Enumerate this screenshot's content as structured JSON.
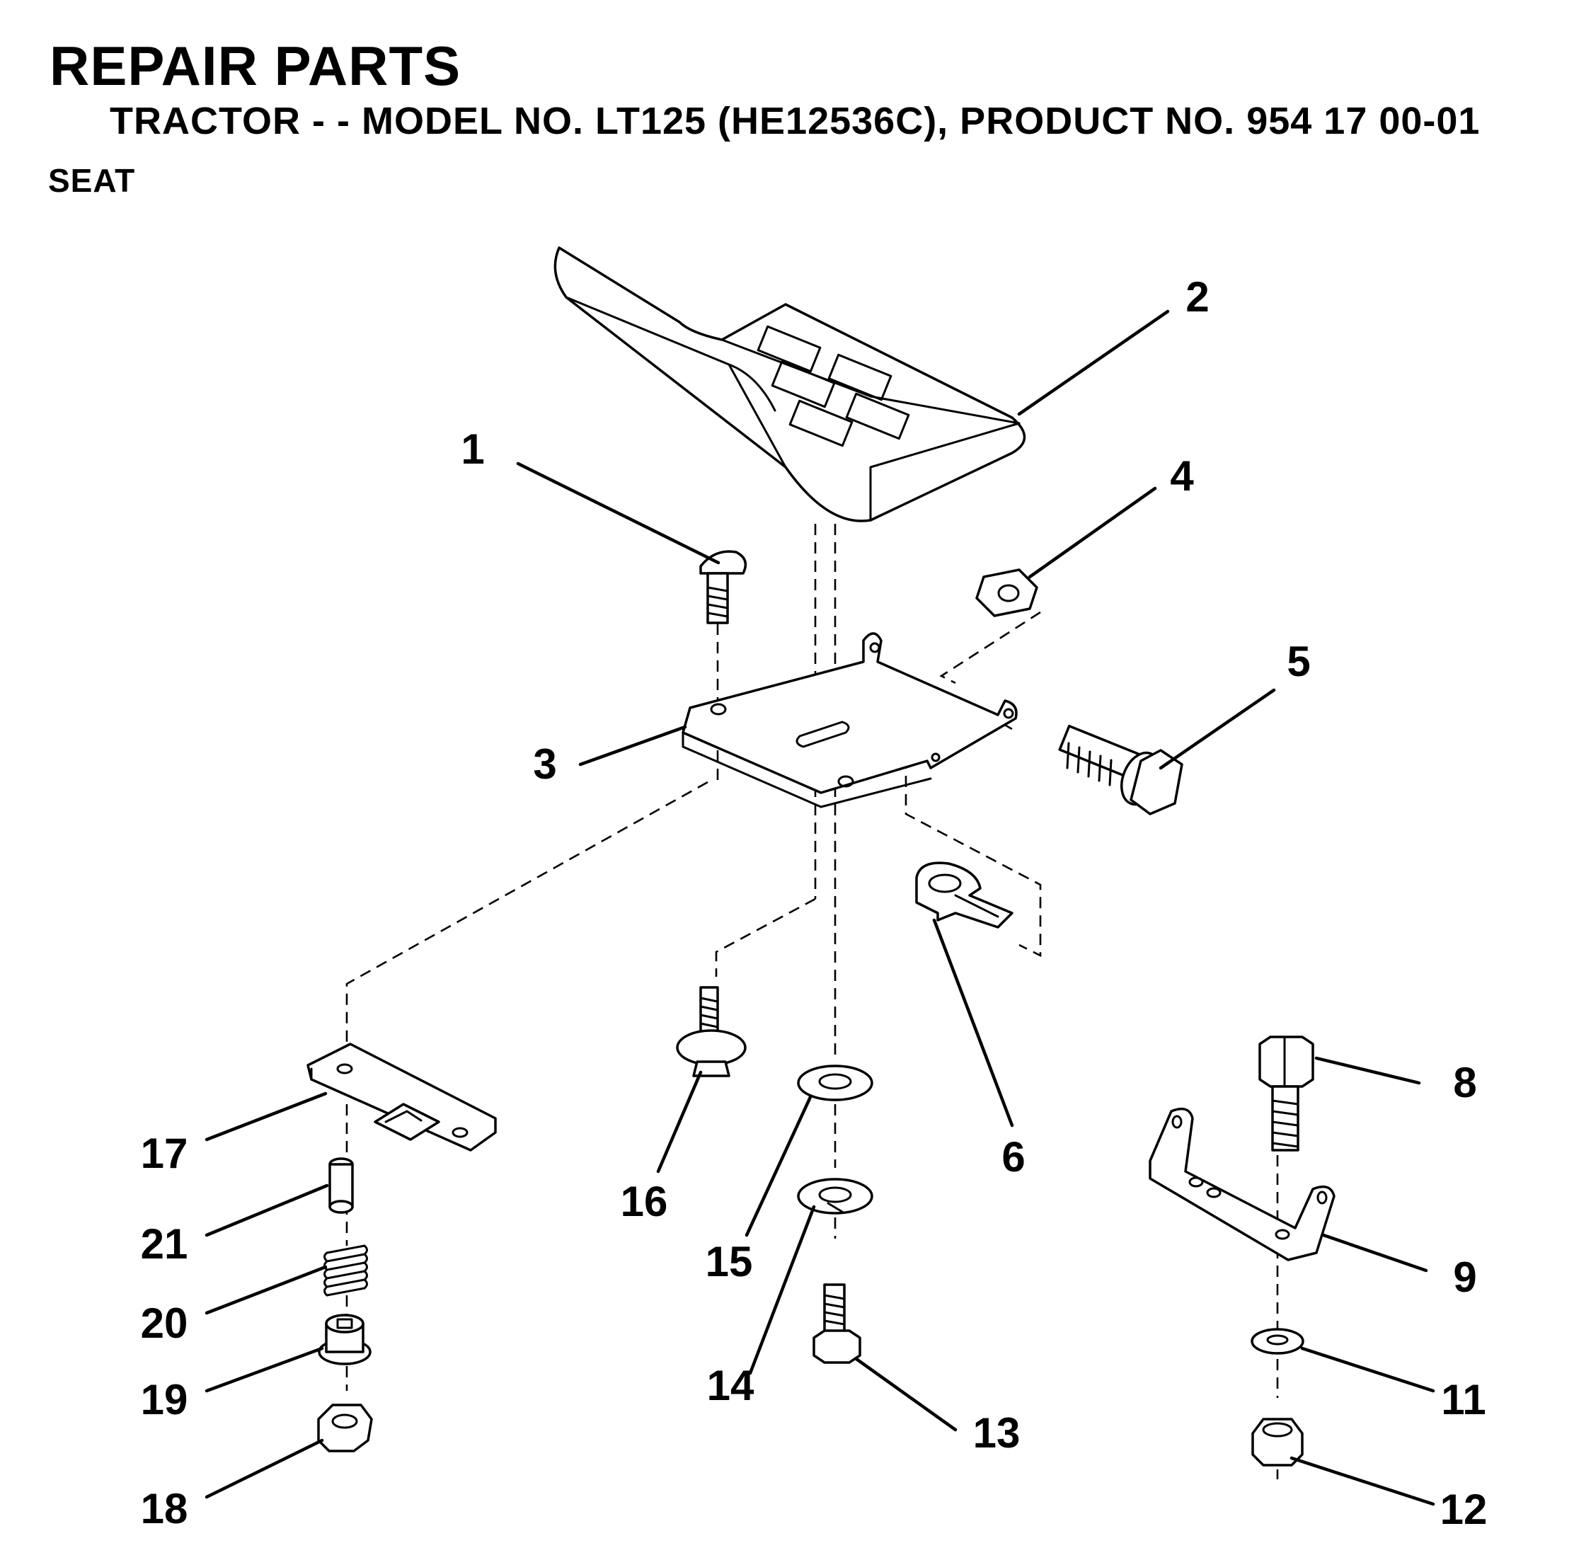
{
  "header": {
    "title": "REPAIR PARTS",
    "subtitle": "TRACTOR - - MODEL NO. LT125 (HE12536C),  PRODUCT NO. 954 17 00-01",
    "section": "SEAT"
  },
  "callouts": [
    "1",
    "2",
    "3",
    "4",
    "5",
    "6",
    "8",
    "9",
    "11",
    "12",
    "13",
    "14",
    "15",
    "16",
    "17",
    "18",
    "19",
    "20",
    "21"
  ]
}
